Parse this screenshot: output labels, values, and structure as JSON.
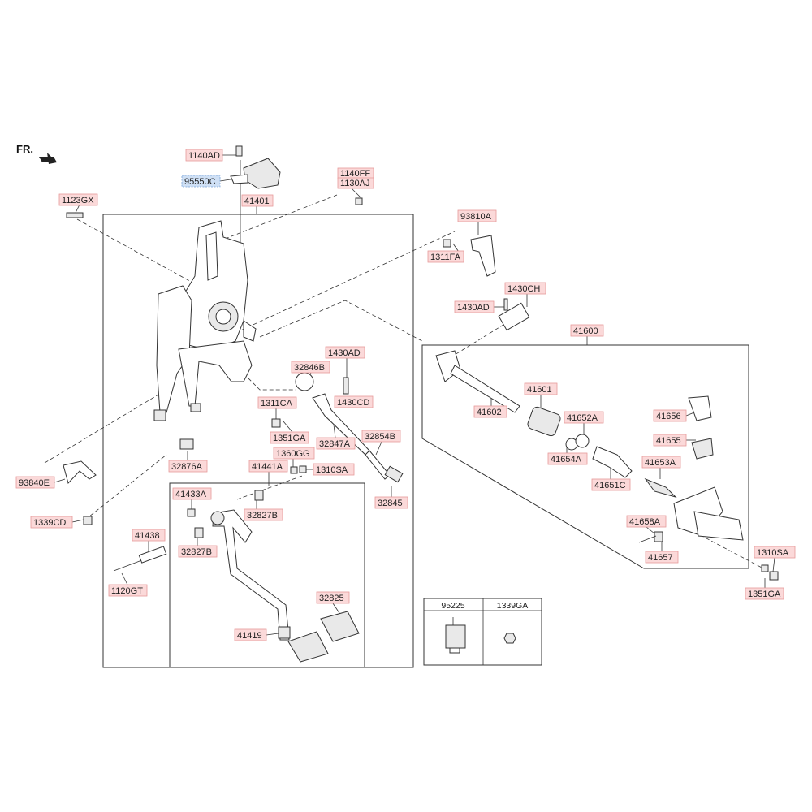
{
  "direction_label": "FR.",
  "labels": [
    {
      "id": "l-1140AD",
      "text": "1140AD"
    },
    {
      "id": "l-95550C",
      "text": "95550C",
      "selected": true
    },
    {
      "id": "l-1140FF",
      "text": "1140FF"
    },
    {
      "id": "l-1130AJ",
      "text": "1130AJ"
    },
    {
      "id": "l-1123GX",
      "text": "1123GX"
    },
    {
      "id": "l-41401",
      "text": "41401"
    },
    {
      "id": "l-93810A",
      "text": "93810A"
    },
    {
      "id": "l-1311FA",
      "text": "1311FA"
    },
    {
      "id": "l-1430CH",
      "text": "1430CH"
    },
    {
      "id": "l-1430AD-a",
      "text": "1430AD"
    },
    {
      "id": "l-41600",
      "text": "41600"
    },
    {
      "id": "l-1430AD-b",
      "text": "1430AD"
    },
    {
      "id": "l-32846B",
      "text": "32846B"
    },
    {
      "id": "l-1311CA",
      "text": "1311CA"
    },
    {
      "id": "l-1430CD",
      "text": "1430CD"
    },
    {
      "id": "l-41601",
      "text": "41601"
    },
    {
      "id": "l-41602",
      "text": "41602"
    },
    {
      "id": "l-41652A",
      "text": "41652A"
    },
    {
      "id": "l-41656",
      "text": "41656"
    },
    {
      "id": "l-1351GA-a",
      "text": "1351GA"
    },
    {
      "id": "l-32847A",
      "text": "32847A"
    },
    {
      "id": "l-32854B",
      "text": "32854B"
    },
    {
      "id": "l-41654A",
      "text": "41654A"
    },
    {
      "id": "l-41655",
      "text": "41655"
    },
    {
      "id": "l-1360GG",
      "text": "1360GG"
    },
    {
      "id": "l-32876A",
      "text": "32876A"
    },
    {
      "id": "l-41441A",
      "text": "41441A"
    },
    {
      "id": "l-1310SA-a",
      "text": "1310SA"
    },
    {
      "id": "l-41653A",
      "text": "41653A"
    },
    {
      "id": "l-93840E",
      "text": "93840E"
    },
    {
      "id": "l-41651C",
      "text": "41651C"
    },
    {
      "id": "l-41433A",
      "text": "41433A"
    },
    {
      "id": "l-32845",
      "text": "32845"
    },
    {
      "id": "l-32827B-a",
      "text": "32827B"
    },
    {
      "id": "l-1339CD",
      "text": "1339CD"
    },
    {
      "id": "l-41658A",
      "text": "41658A"
    },
    {
      "id": "l-41438",
      "text": "41438"
    },
    {
      "id": "l-32827B-b",
      "text": "32827B"
    },
    {
      "id": "l-41657",
      "text": "41657"
    },
    {
      "id": "l-1310SA-b",
      "text": "1310SA"
    },
    {
      "id": "l-1120GT",
      "text": "1120GT"
    },
    {
      "id": "l-1351GA-b",
      "text": "1351GA"
    },
    {
      "id": "l-32825",
      "text": "32825"
    },
    {
      "id": "l-41419",
      "text": "41419"
    }
  ],
  "legend_table": {
    "headers": [
      "95225",
      "1339GA"
    ]
  }
}
